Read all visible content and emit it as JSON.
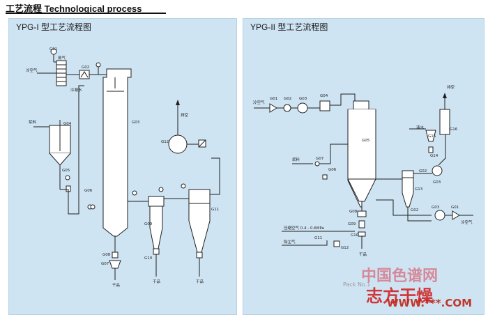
{
  "page": {
    "title": "工艺流程 Technological process"
  },
  "panel1": {
    "title": "YPG-I 型工艺流程图",
    "labels": {
      "g01": "G01",
      "steam": "蒸气",
      "cold_air": "冷空气",
      "g02": "G02",
      "cond_water": "冷凝水",
      "feed": "浆料",
      "g04": "G04",
      "g05": "G05",
      "g06": "G06",
      "g03": "G03",
      "vent": "排空",
      "g12": "G12",
      "g11": "G11",
      "g09": "G09",
      "g10": "G10",
      "g08": "G08",
      "g07": "G07",
      "dry1": "干品",
      "dry2": "干品",
      "dry3": "干品"
    }
  },
  "panel2": {
    "title": "YPG-II 型工艺流程图",
    "labels": {
      "cold_air": "冷空气",
      "g01": "G01",
      "g02": "G02",
      "g03": "G03",
      "g04": "G04",
      "vent": "排空",
      "cool_water": "清水",
      "g15": "G15",
      "g16": "G16",
      "g14": "G14",
      "g05": "G05",
      "feed": "浆料",
      "g07": "G07",
      "g06": "G06",
      "g02b": "G02",
      "g03b": "G03",
      "g13": "G13",
      "g02c": "G02",
      "g03c": "G03",
      "g01c": "G01",
      "cold_air2": "冷空气",
      "g08": "G08",
      "comp_air": "压缩空气 0.4 - 0.6MPa",
      "g09": "G09",
      "dust_air": "除尘气",
      "g11": "G11",
      "g10": "G10",
      "g12": "G12",
      "dry": "干品"
    }
  },
  "watermark": {
    "brand_cn": "中国色谱网",
    "brand_sub": "Pack No.1",
    "domain": "WWW.***.COM",
    "bottom_text": "志方干燥"
  }
}
